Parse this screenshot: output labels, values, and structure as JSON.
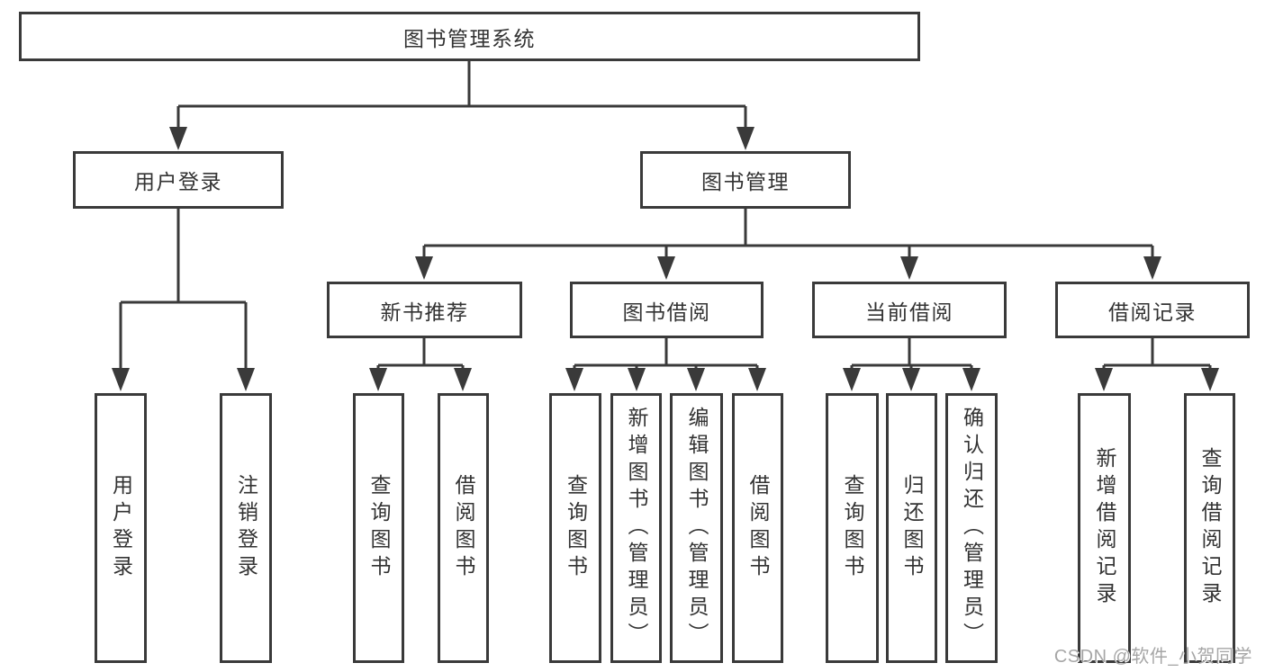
{
  "tree": {
    "label": "图书管理系统",
    "children": [
      {
        "label": "用户登录",
        "children": [
          {
            "label": "用户登录"
          },
          {
            "label": "注销登录"
          }
        ]
      },
      {
        "label": "图书管理",
        "children": [
          {
            "label": "新书推荐",
            "children": [
              {
                "label": "查询图书"
              },
              {
                "label": "借阅图书"
              }
            ]
          },
          {
            "label": "图书借阅",
            "children": [
              {
                "label": "查询图书"
              },
              {
                "label": "新增图书（管理员）"
              },
              {
                "label": "编辑图书（管理员）"
              },
              {
                "label": "借阅图书"
              }
            ]
          },
          {
            "label": "当前借阅",
            "children": [
              {
                "label": "查询图书"
              },
              {
                "label": "归还图书"
              },
              {
                "label": "确认归还（管理员）"
              }
            ]
          },
          {
            "label": "借阅记录",
            "children": [
              {
                "label": "新增借阅记录"
              },
              {
                "label": "查询借阅记录"
              }
            ]
          }
        ]
      }
    ]
  },
  "watermark": {
    "text": "CSDN @软件_小贺同学"
  },
  "colors": {
    "line": "#3a3a3a",
    "box_border": "#3a3a3a",
    "box_fill": "#ffffff",
    "text": "#333333",
    "background": "#ffffff",
    "watermark": "#a6a6a6"
  }
}
